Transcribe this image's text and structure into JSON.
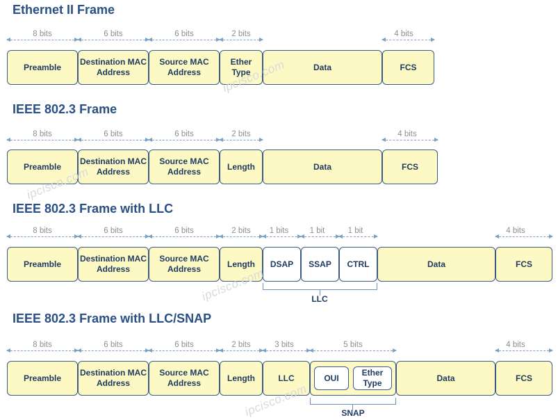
{
  "watermark": "ipcisco.com",
  "frames": [
    {
      "title": "Ethernet II Frame",
      "bits": [
        "8 bits",
        "6 bits",
        "6 bits",
        "2 bits",
        "4 bits"
      ],
      "fields": [
        "Preamble",
        "Destination MAC Address",
        "Source MAC Address",
        "Ether Type",
        "Data",
        "FCS"
      ]
    },
    {
      "title": "IEEE 802.3 Frame",
      "bits": [
        "8 bits",
        "6 bits",
        "6 bits",
        "2 bits",
        "4 bits"
      ],
      "fields": [
        "Preamble",
        "Destination MAC Address",
        "Source MAC Address",
        "Length",
        "Data",
        "FCS"
      ]
    },
    {
      "title": "IEEE 802.3 Frame with LLC",
      "bits": [
        "8 bits",
        "6 bits",
        "6 bits",
        "2 bits",
        "1 bits",
        "1 bit",
        "1 bit",
        "4 bits"
      ],
      "fields": [
        "Preamble",
        "Destination MAC Address",
        "Source MAC Address",
        "Length",
        "DSAP",
        "SSAP",
        "CTRL",
        "Data",
        "FCS"
      ],
      "group_label": "LLC"
    },
    {
      "title": "IEEE 802.3 Frame with LLC/SNAP",
      "bits": [
        "8 bits",
        "6 bits",
        "6 bits",
        "2 bits",
        "3 bits",
        "5 bits",
        "4 bits"
      ],
      "fields": [
        "Preamble",
        "Destination MAC Address",
        "Source MAC Address",
        "Length",
        "LLC",
        "OUI",
        "Ether Type",
        "Data",
        "FCS"
      ],
      "group_label": "SNAP"
    }
  ]
}
